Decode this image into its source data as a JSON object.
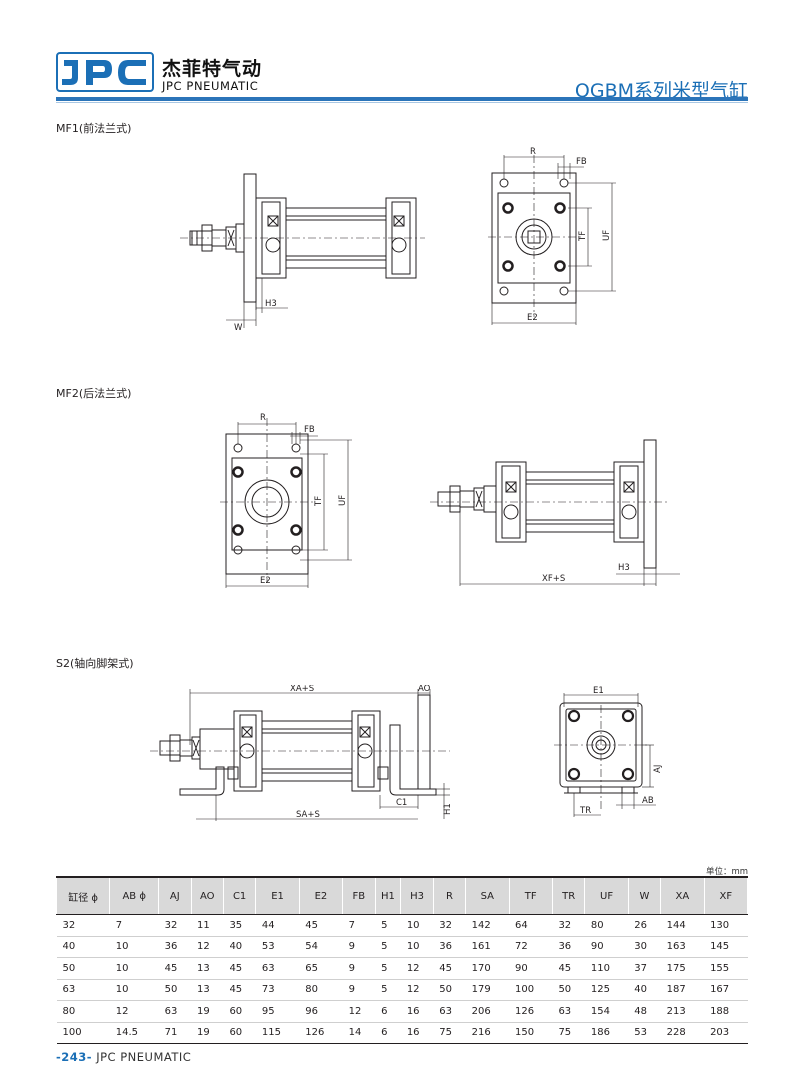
{
  "header": {
    "logo_text": "JPC",
    "brand_cn": "杰菲特气动",
    "brand_en": "JPC PNEUMATIC",
    "series_title": "QGBM系列米型气缸",
    "colors": {
      "brand_blue": "#1b6fb6",
      "rule_blue": "#2b74b9"
    }
  },
  "sections": {
    "mf1": {
      "label": "MF1(前法兰式)",
      "dims": {
        "r": "R",
        "fb": "FB",
        "tf": "TF",
        "uf": "UF",
        "e2": "E2",
        "h3": "H3",
        "w": "W"
      }
    },
    "mf2": {
      "label": "MF2(后法兰式)",
      "dims": {
        "r": "R",
        "fb": "FB",
        "tf": "TF",
        "uf": "UF",
        "e2": "E2",
        "xfs": "XF+S",
        "h3": "H3"
      }
    },
    "s2": {
      "label": "S2(轴向脚架式)",
      "dims": {
        "xas": "XA+S",
        "ao": "AO",
        "c1": "C1",
        "sas": "SA+S",
        "h1": "H1",
        "e1": "E1",
        "aj": "AJ",
        "tr": "TR",
        "ab": "AB"
      }
    }
  },
  "table": {
    "unit_note": "单位：mm",
    "headers": [
      "缸径 ϕ",
      "AB ϕ",
      "AJ",
      "AO",
      "C1",
      "E1",
      "E2",
      "FB",
      "H1",
      "H3",
      "R",
      "SA",
      "TF",
      "TR",
      "UF",
      "W",
      "XA",
      "XF"
    ],
    "rows": [
      [
        "32",
        "7",
        "32",
        "11",
        "35",
        "44",
        "45",
        "7",
        "5",
        "10",
        "32",
        "142",
        "64",
        "32",
        "80",
        "26",
        "144",
        "130"
      ],
      [
        "40",
        "10",
        "36",
        "12",
        "40",
        "53",
        "54",
        "9",
        "5",
        "10",
        "36",
        "161",
        "72",
        "36",
        "90",
        "30",
        "163",
        "145"
      ],
      [
        "50",
        "10",
        "45",
        "13",
        "45",
        "63",
        "65",
        "9",
        "5",
        "12",
        "45",
        "170",
        "90",
        "45",
        "110",
        "37",
        "175",
        "155"
      ],
      [
        "63",
        "10",
        "50",
        "13",
        "45",
        "73",
        "80",
        "9",
        "5",
        "12",
        "50",
        "179",
        "100",
        "50",
        "125",
        "40",
        "187",
        "167"
      ],
      [
        "80",
        "12",
        "63",
        "19",
        "60",
        "95",
        "96",
        "12",
        "6",
        "16",
        "63",
        "206",
        "126",
        "63",
        "154",
        "48",
        "213",
        "188"
      ],
      [
        "100",
        "14.5",
        "71",
        "19",
        "60",
        "115",
        "126",
        "14",
        "6",
        "16",
        "75",
        "216",
        "150",
        "75",
        "186",
        "53",
        "228",
        "203"
      ]
    ]
  },
  "footer": {
    "page_number": "-243-",
    "brand": "JPC PNEUMATIC"
  }
}
